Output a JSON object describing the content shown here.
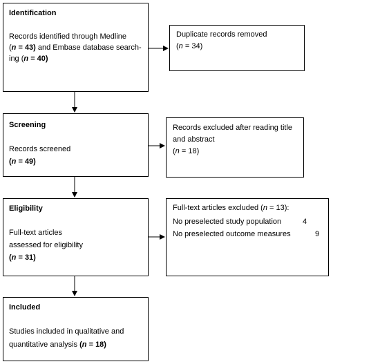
{
  "identification": {
    "heading": "Identification",
    "line1": "Records identified through Medline",
    "line2_n": "n",
    "line2_eq": " = 43)",
    "line2_rest": " and Embase database search-",
    "line3_rest": "ing (",
    "line3_n": "n",
    "line3_eq": " = 40)"
  },
  "duplicates": {
    "line1": "Duplicate records removed",
    "n": "n",
    "eq": " = 34)"
  },
  "screening": {
    "heading": "Screening",
    "line1": "Records screened",
    "n": "n",
    "eq": " = 49)"
  },
  "excluded_title": {
    "line1": "Records excluded after reading title",
    "line2": "and abstract",
    "n": "n",
    "eq": " = 18)"
  },
  "eligibility": {
    "heading": "Eligibility",
    "line1": "Full-text articles",
    "line2": "assessed for eligibility",
    "n": "n",
    "eq": " = 31)"
  },
  "excluded_fulltext": {
    "title_pre": "Full-text articles excluded (",
    "title_n": "n",
    "title_post": " = 13):",
    "reasons": [
      {
        "label": "No preselected study population",
        "count": "4"
      },
      {
        "label": "No preselected outcome measures",
        "count": "9"
      }
    ]
  },
  "included": {
    "heading": "Included",
    "line1": "Studies included in qualitative and",
    "line2_pre": "quantitative analysis ",
    "n": "n",
    "eq": " = 18)"
  }
}
